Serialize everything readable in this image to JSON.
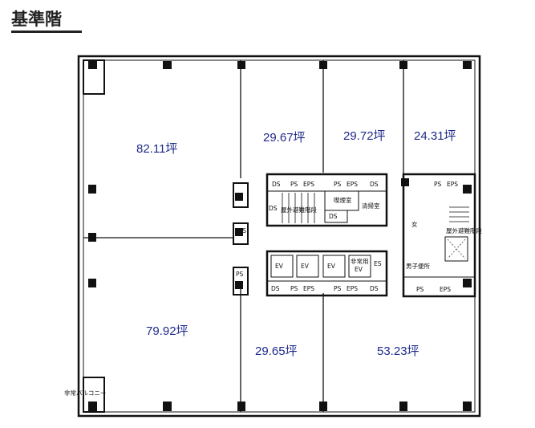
{
  "title": "基準階",
  "areas": {
    "a1": "82.11坪",
    "a2": "29.67坪",
    "a3": "29.72坪",
    "a4": "24.31坪",
    "a5": "79.92坪",
    "a6": "29.65坪",
    "a7": "53.23坪"
  },
  "labels": {
    "ds": "DS",
    "ps": "PS",
    "eps": "EPS",
    "ev": "EV",
    "emergency_ev": "非常用",
    "smoking": "喫煙室",
    "cleaning": "清掃室",
    "stairs": "屋外避難階段",
    "women": "女",
    "men": "男子便所",
    "es": "ES",
    "balcony": "非常バルコニー"
  }
}
